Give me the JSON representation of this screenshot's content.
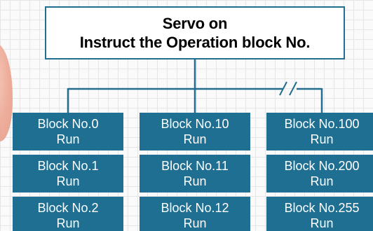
{
  "title": {
    "line1": "Servo on",
    "line2": "Instruct the Operation block No."
  },
  "columns": [
    {
      "blocks": [
        {
          "label": "Block No.0",
          "action": "Run"
        },
        {
          "label": "Block No.1",
          "action": "Run"
        },
        {
          "label": "Block No.2",
          "action": "Run"
        }
      ]
    },
    {
      "blocks": [
        {
          "label": "Block No.10",
          "action": "Run"
        },
        {
          "label": "Block No.11",
          "action": "Run"
        },
        {
          "label": "Block No.12",
          "action": "Run"
        }
      ]
    },
    {
      "blocks": [
        {
          "label": "Block No.100",
          "action": "Run"
        },
        {
          "label": "Block No.200",
          "action": "Run"
        },
        {
          "label": "Block No.255",
          "action": "Run"
        }
      ]
    }
  ],
  "colors": {
    "box_fill": "#1f6f93",
    "connector": "#236d8f",
    "title_border": "#236d8f",
    "grid": "#e6e6e6"
  }
}
